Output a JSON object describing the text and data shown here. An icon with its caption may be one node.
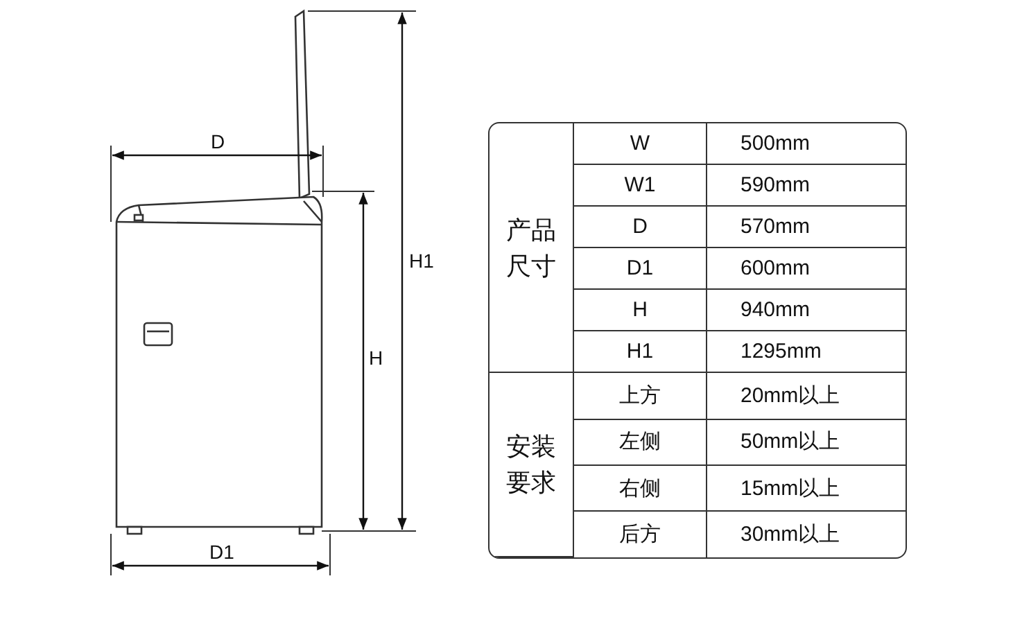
{
  "diagram": {
    "labels": [
      "D",
      "H1",
      "H",
      "D1",
      "产品尺寸",
      "W",
      "500mm",
      "W1",
      "590mm",
      "D",
      "570mm",
      "D1",
      "600mm",
      "H",
      "940mm",
      "H1",
      "1295mm",
      "安装要求",
      "上方",
      "20mm以上",
      "左侧",
      "50mm以上",
      "右侧",
      "15mm以上",
      "后方",
      "30mm以上"
    ]
  }
}
